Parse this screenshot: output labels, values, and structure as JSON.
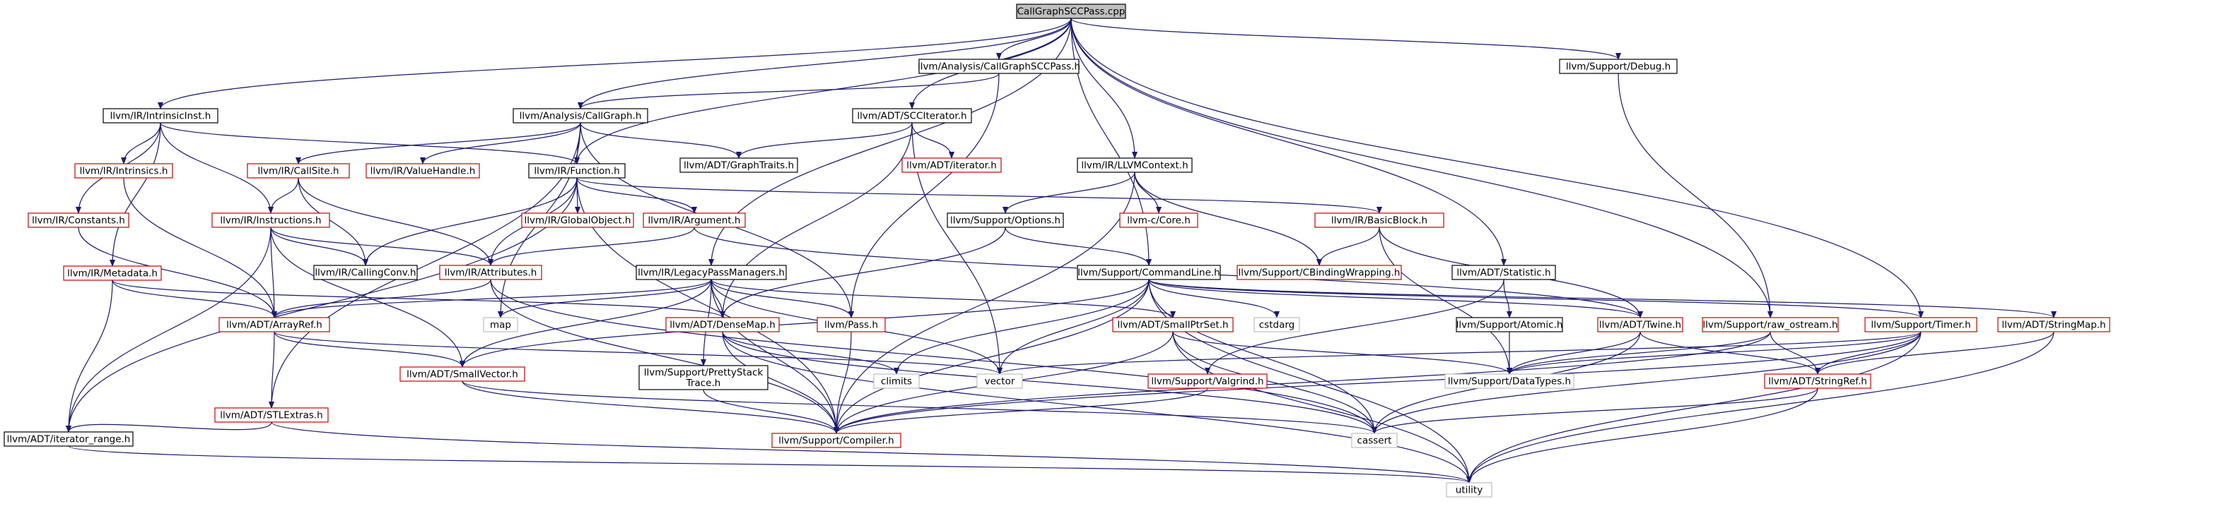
{
  "colors": {
    "border_normal": "#000000",
    "border_link": "#cc0000",
    "border_system": "#bfbfbf",
    "fill_root": "#bfbfbf",
    "fill": "#ffffff",
    "edge": "#191970"
  },
  "nodes": [
    {
      "id": "n0",
      "label": "CallGraphSCCPass.cpp",
      "kind": "root"
    },
    {
      "id": "n1",
      "label": "llvm/IR/IntrinsicInst.h",
      "kind": "normal"
    },
    {
      "id": "n2",
      "label": "llvm/Analysis/CallGraph.h",
      "kind": "normal"
    },
    {
      "id": "n3",
      "label": "llvm/Analysis/CallGraphSCCPass.h",
      "kind": "normal"
    },
    {
      "id": "n4",
      "label": "llvm/ADT/SCCIterator.h",
      "kind": "normal"
    },
    {
      "id": "n5",
      "label": "llvm/Support/Debug.h",
      "kind": "normal"
    },
    {
      "id": "n6",
      "label": "llvm/IR/Intrinsics.h",
      "kind": "link"
    },
    {
      "id": "n7",
      "label": "llvm/IR/Constants.h",
      "kind": "link"
    },
    {
      "id": "n8",
      "label": "llvm/IR/Metadata.h",
      "kind": "link"
    },
    {
      "id": "n9",
      "label": "llvm/IR/CallSite.h",
      "kind": "link"
    },
    {
      "id": "n10",
      "label": "llvm/IR/Instructions.h",
      "kind": "link"
    },
    {
      "id": "n11",
      "label": "llvm/IR/ValueHandle.h",
      "kind": "link"
    },
    {
      "id": "n12",
      "label": "llvm/IR/Function.h",
      "kind": "normal"
    },
    {
      "id": "n13",
      "label": "llvm/ADT/GraphTraits.h",
      "kind": "normal"
    },
    {
      "id": "n14",
      "label": "llvm/ADT/iterator.h",
      "kind": "link"
    },
    {
      "id": "n15",
      "label": "llvm/IR/LLVMContext.h",
      "kind": "normal"
    },
    {
      "id": "n16",
      "label": "llvm/IR/GlobalObject.h",
      "kind": "link"
    },
    {
      "id": "n17",
      "label": "llvm/IR/Argument.h",
      "kind": "link"
    },
    {
      "id": "n18",
      "label": "llvm/Support/Options.h",
      "kind": "normal"
    },
    {
      "id": "n19",
      "label": "llvm-c/Core.h",
      "kind": "link"
    },
    {
      "id": "n20",
      "label": "llvm/IR/BasicBlock.h",
      "kind": "link"
    },
    {
      "id": "n21",
      "label": "llvm/IR/CallingConv.h",
      "kind": "normal"
    },
    {
      "id": "n22",
      "label": "llvm/IR/Attributes.h",
      "kind": "link"
    },
    {
      "id": "n23",
      "label": "llvm/IR/LegacyPassManagers.h",
      "kind": "normal"
    },
    {
      "id": "n24",
      "label": "llvm/Support/CommandLine.h",
      "kind": "normal"
    },
    {
      "id": "n25",
      "label": "llvm/Support/CBindingWrapping.h",
      "kind": "link"
    },
    {
      "id": "n26",
      "label": "llvm/ADT/Statistic.h",
      "kind": "normal"
    },
    {
      "id": "n27",
      "label": "llvm/ADT/ArrayRef.h",
      "kind": "link"
    },
    {
      "id": "n28",
      "label": "map",
      "kind": "system"
    },
    {
      "id": "n29",
      "label": "llvm/ADT/DenseMap.h",
      "kind": "link"
    },
    {
      "id": "n30",
      "label": "llvm/Pass.h",
      "kind": "link"
    },
    {
      "id": "n31",
      "label": "llvm/ADT/SmallPtrSet.h",
      "kind": "link"
    },
    {
      "id": "n32",
      "label": "cstdarg",
      "kind": "system"
    },
    {
      "id": "n33",
      "label": "llvm/Support/Atomic.h",
      "kind": "normal"
    },
    {
      "id": "n34",
      "label": "llvm/ADT/Twine.h",
      "kind": "link"
    },
    {
      "id": "n35",
      "label": "llvm/Support/raw_ostream.h",
      "kind": "link"
    },
    {
      "id": "n36",
      "label": "llvm/Support/Timer.h",
      "kind": "link"
    },
    {
      "id": "n37",
      "label": "llvm/ADT/StringMap.h",
      "kind": "link"
    },
    {
      "id": "n38",
      "label": "llvm/ADT/STLExtras.h",
      "kind": "link"
    },
    {
      "id": "n39",
      "label": "llvm/ADT/SmallVector.h",
      "kind": "link"
    },
    {
      "id": "n40",
      "label": "llvm/Support/PrettyStack\nTrace.h",
      "kind": "normal"
    },
    {
      "id": "n41",
      "label": "climits",
      "kind": "system"
    },
    {
      "id": "n42",
      "label": "vector",
      "kind": "system"
    },
    {
      "id": "n43",
      "label": "llvm/Support/Valgrind.h",
      "kind": "link"
    },
    {
      "id": "n44",
      "label": "llvm/Support/DataTypes.h",
      "kind": "system"
    },
    {
      "id": "n45",
      "label": "llvm/ADT/StringRef.h",
      "kind": "link"
    },
    {
      "id": "n46",
      "label": "llvm/ADT/iterator_range.h",
      "kind": "normal"
    },
    {
      "id": "n47",
      "label": "llvm/Support/Compiler.h",
      "kind": "link"
    },
    {
      "id": "n48",
      "label": "cassert",
      "kind": "system"
    },
    {
      "id": "n49",
      "label": "utility",
      "kind": "system"
    }
  ],
  "edges": [
    [
      "n0",
      "n1"
    ],
    [
      "n0",
      "n2"
    ],
    [
      "n0",
      "n3"
    ],
    [
      "n0",
      "n4"
    ],
    [
      "n0",
      "n5"
    ],
    [
      "n0",
      "n12"
    ],
    [
      "n0",
      "n15"
    ],
    [
      "n0",
      "n23"
    ],
    [
      "n0",
      "n24"
    ],
    [
      "n0",
      "n26"
    ],
    [
      "n0",
      "n35"
    ],
    [
      "n0",
      "n36"
    ],
    [
      "n1",
      "n6"
    ],
    [
      "n1",
      "n7"
    ],
    [
      "n1",
      "n10"
    ],
    [
      "n1",
      "n12"
    ],
    [
      "n1",
      "n8"
    ],
    [
      "n2",
      "n9"
    ],
    [
      "n2",
      "n11"
    ],
    [
      "n2",
      "n12"
    ],
    [
      "n2",
      "n13"
    ],
    [
      "n2",
      "n30"
    ],
    [
      "n2",
      "n28"
    ],
    [
      "n2",
      "n38"
    ],
    [
      "n3",
      "n2"
    ],
    [
      "n3",
      "n30"
    ],
    [
      "n4",
      "n13"
    ],
    [
      "n4",
      "n14"
    ],
    [
      "n4",
      "n29"
    ],
    [
      "n4",
      "n42"
    ],
    [
      "n5",
      "n35"
    ],
    [
      "n6",
      "n27"
    ],
    [
      "n7",
      "n27"
    ],
    [
      "n8",
      "n27"
    ],
    [
      "n8",
      "n29"
    ],
    [
      "n8",
      "n46"
    ],
    [
      "n9",
      "n10"
    ],
    [
      "n9",
      "n21"
    ],
    [
      "n9",
      "n22"
    ],
    [
      "n10",
      "n21"
    ],
    [
      "n10",
      "n22"
    ],
    [
      "n10",
      "n27"
    ],
    [
      "n10",
      "n39"
    ],
    [
      "n10",
      "n46"
    ],
    [
      "n12",
      "n16"
    ],
    [
      "n12",
      "n17"
    ],
    [
      "n12",
      "n20"
    ],
    [
      "n12",
      "n21"
    ],
    [
      "n12",
      "n22"
    ],
    [
      "n12",
      "n46"
    ],
    [
      "n12",
      "n47"
    ],
    [
      "n15",
      "n18"
    ],
    [
      "n15",
      "n19"
    ],
    [
      "n15",
      "n25"
    ],
    [
      "n15",
      "n47"
    ],
    [
      "n17",
      "n22"
    ],
    [
      "n17",
      "n34"
    ],
    [
      "n18",
      "n24"
    ],
    [
      "n18",
      "n29"
    ],
    [
      "n20",
      "n25"
    ],
    [
      "n20",
      "n34"
    ],
    [
      "n20",
      "n44"
    ],
    [
      "n22",
      "n27"
    ],
    [
      "n22",
      "n48"
    ],
    [
      "n22",
      "n47"
    ],
    [
      "n23",
      "n27"
    ],
    [
      "n23",
      "n28"
    ],
    [
      "n23",
      "n29"
    ],
    [
      "n23",
      "n30"
    ],
    [
      "n23",
      "n31"
    ],
    [
      "n23",
      "n40"
    ],
    [
      "n23",
      "n42"
    ],
    [
      "n23",
      "n39"
    ],
    [
      "n23",
      "n47"
    ],
    [
      "n24",
      "n32"
    ],
    [
      "n24",
      "n41"
    ],
    [
      "n24",
      "n42"
    ],
    [
      "n24",
      "n48"
    ],
    [
      "n24",
      "n39"
    ],
    [
      "n24",
      "n34"
    ],
    [
      "n24",
      "n36"
    ],
    [
      "n24",
      "n37"
    ],
    [
      "n24",
      "n47"
    ],
    [
      "n24",
      "n49"
    ],
    [
      "n26",
      "n33"
    ],
    [
      "n26",
      "n43"
    ],
    [
      "n27",
      "n38"
    ],
    [
      "n27",
      "n39"
    ],
    [
      "n27",
      "n42"
    ],
    [
      "n29",
      "n41"
    ],
    [
      "n29",
      "n48"
    ],
    [
      "n29",
      "n47"
    ],
    [
      "n29",
      "n49"
    ],
    [
      "n30",
      "n47"
    ],
    [
      "n31",
      "n47"
    ],
    [
      "n31",
      "n44"
    ],
    [
      "n31",
      "n48"
    ],
    [
      "n31",
      "n49"
    ],
    [
      "n33",
      "n44"
    ],
    [
      "n34",
      "n44"
    ],
    [
      "n34",
      "n45"
    ],
    [
      "n34",
      "n48"
    ],
    [
      "n35",
      "n44"
    ],
    [
      "n35",
      "n45"
    ],
    [
      "n35",
      "n47"
    ],
    [
      "n36",
      "n42"
    ],
    [
      "n36",
      "n44"
    ],
    [
      "n36",
      "n45"
    ],
    [
      "n36",
      "n48"
    ],
    [
      "n36",
      "n47"
    ],
    [
      "n36",
      "n49"
    ],
    [
      "n37",
      "n45"
    ],
    [
      "n37",
      "n49"
    ],
    [
      "n38",
      "n46"
    ],
    [
      "n38",
      "n49"
    ],
    [
      "n39",
      "n47"
    ],
    [
      "n39",
      "n48"
    ],
    [
      "n40",
      "n47"
    ],
    [
      "n43",
      "n47"
    ],
    [
      "n45",
      "n48"
    ],
    [
      "n45",
      "n49"
    ],
    [
      "n46",
      "n49"
    ]
  ]
}
